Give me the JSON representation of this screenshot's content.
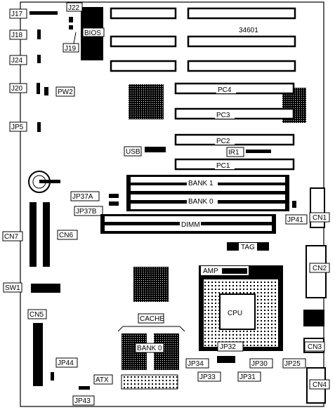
{
  "board_id": "34601",
  "labels": {
    "j17": "J17",
    "j18": "J18",
    "j24": "J24",
    "j20": "J20",
    "jp5": "JP5",
    "j22": "J22",
    "j19": "J19",
    "bios": "BIOS",
    "pw2": "PW2",
    "usb": "USB",
    "ir1": "IR1",
    "pc1": "PC1",
    "pc2": "PC2",
    "pc3": "PC3",
    "pc4": "PC4",
    "bank1": "BANK 1",
    "bank0": "BANK 0",
    "dimm": "DIMM",
    "jp37a": "JP37A",
    "jp37b": "JP37B",
    "jp41": "JP41",
    "cn1": "CN1",
    "cn2": "CN2",
    "cn3": "CN3",
    "cn4": "CN4",
    "cn5": "CN5",
    "cn6": "CN6",
    "cn7": "CN7",
    "tag": "TAG",
    "sw1": "SW1",
    "amp": "AMP",
    "cpu": "CPU",
    "cache": "CACHE",
    "cache_bank0": "BANK 0",
    "jp32": "JP32",
    "jp34": "JP34",
    "jp33": "JP33",
    "jp31": "JP31",
    "jp30": "JP30",
    "jp25": "JP25",
    "jp44": "JP44",
    "jp43": "JP43",
    "atx": "ATX"
  }
}
